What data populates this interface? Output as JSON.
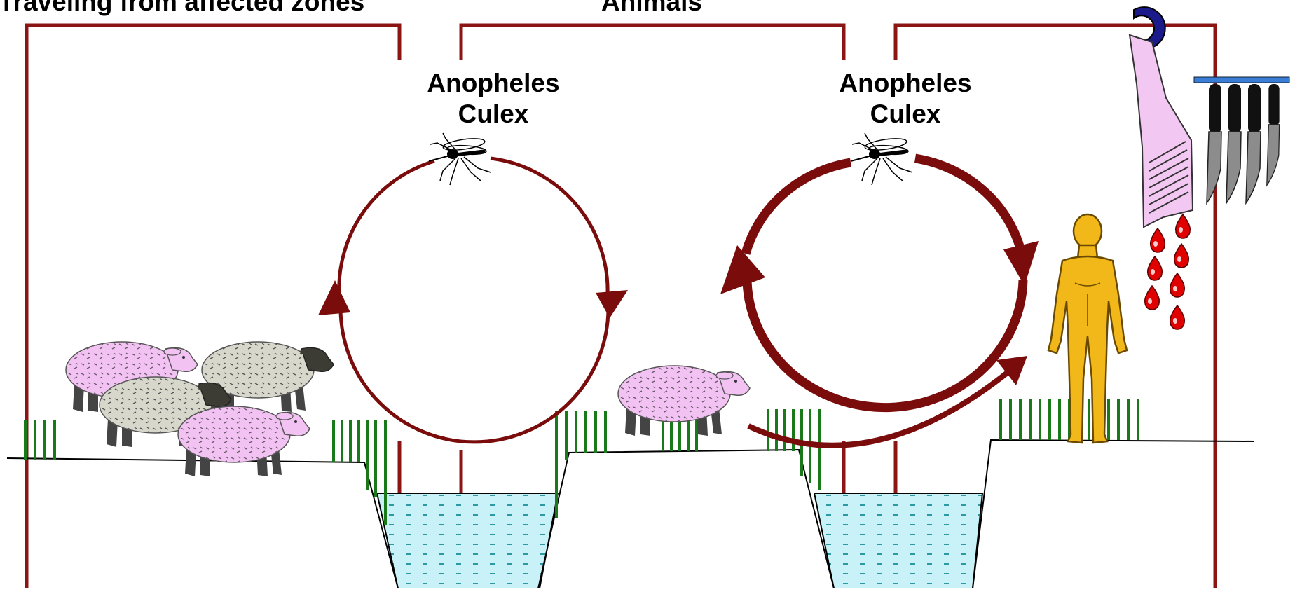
{
  "labels": {
    "left_heading": "Traveling from affected zones",
    "center_heading": "Animals",
    "vector_left_line1": "Anopheles",
    "vector_left_line2": "Culex",
    "vector_right_line1": "Anopheles",
    "vector_right_line2": "Culex"
  },
  "colors": {
    "frame": "#8b1414",
    "cycle_arrow": "#7a0c0c",
    "water": "#c8f2f7",
    "water_dash": "#2d9aa3",
    "grass": "#1a7a1a",
    "sheep_pink": "#f2c2f2",
    "sheep_grey": "#d7d7cc",
    "human": "#f2b81a",
    "blood": "#e00000",
    "carcass": "#f2c8f2",
    "hook": "#1a1a8a",
    "knife_blade": "#8c8c8c",
    "knife_handle": "#111111",
    "rack": "#3a7dd6"
  },
  "icons": [
    "mosquito-icon",
    "sheep-icon",
    "human-figure-icon",
    "blood-drop-icon",
    "carcass-icon",
    "meat-hook-icon",
    "knife-icon"
  ]
}
